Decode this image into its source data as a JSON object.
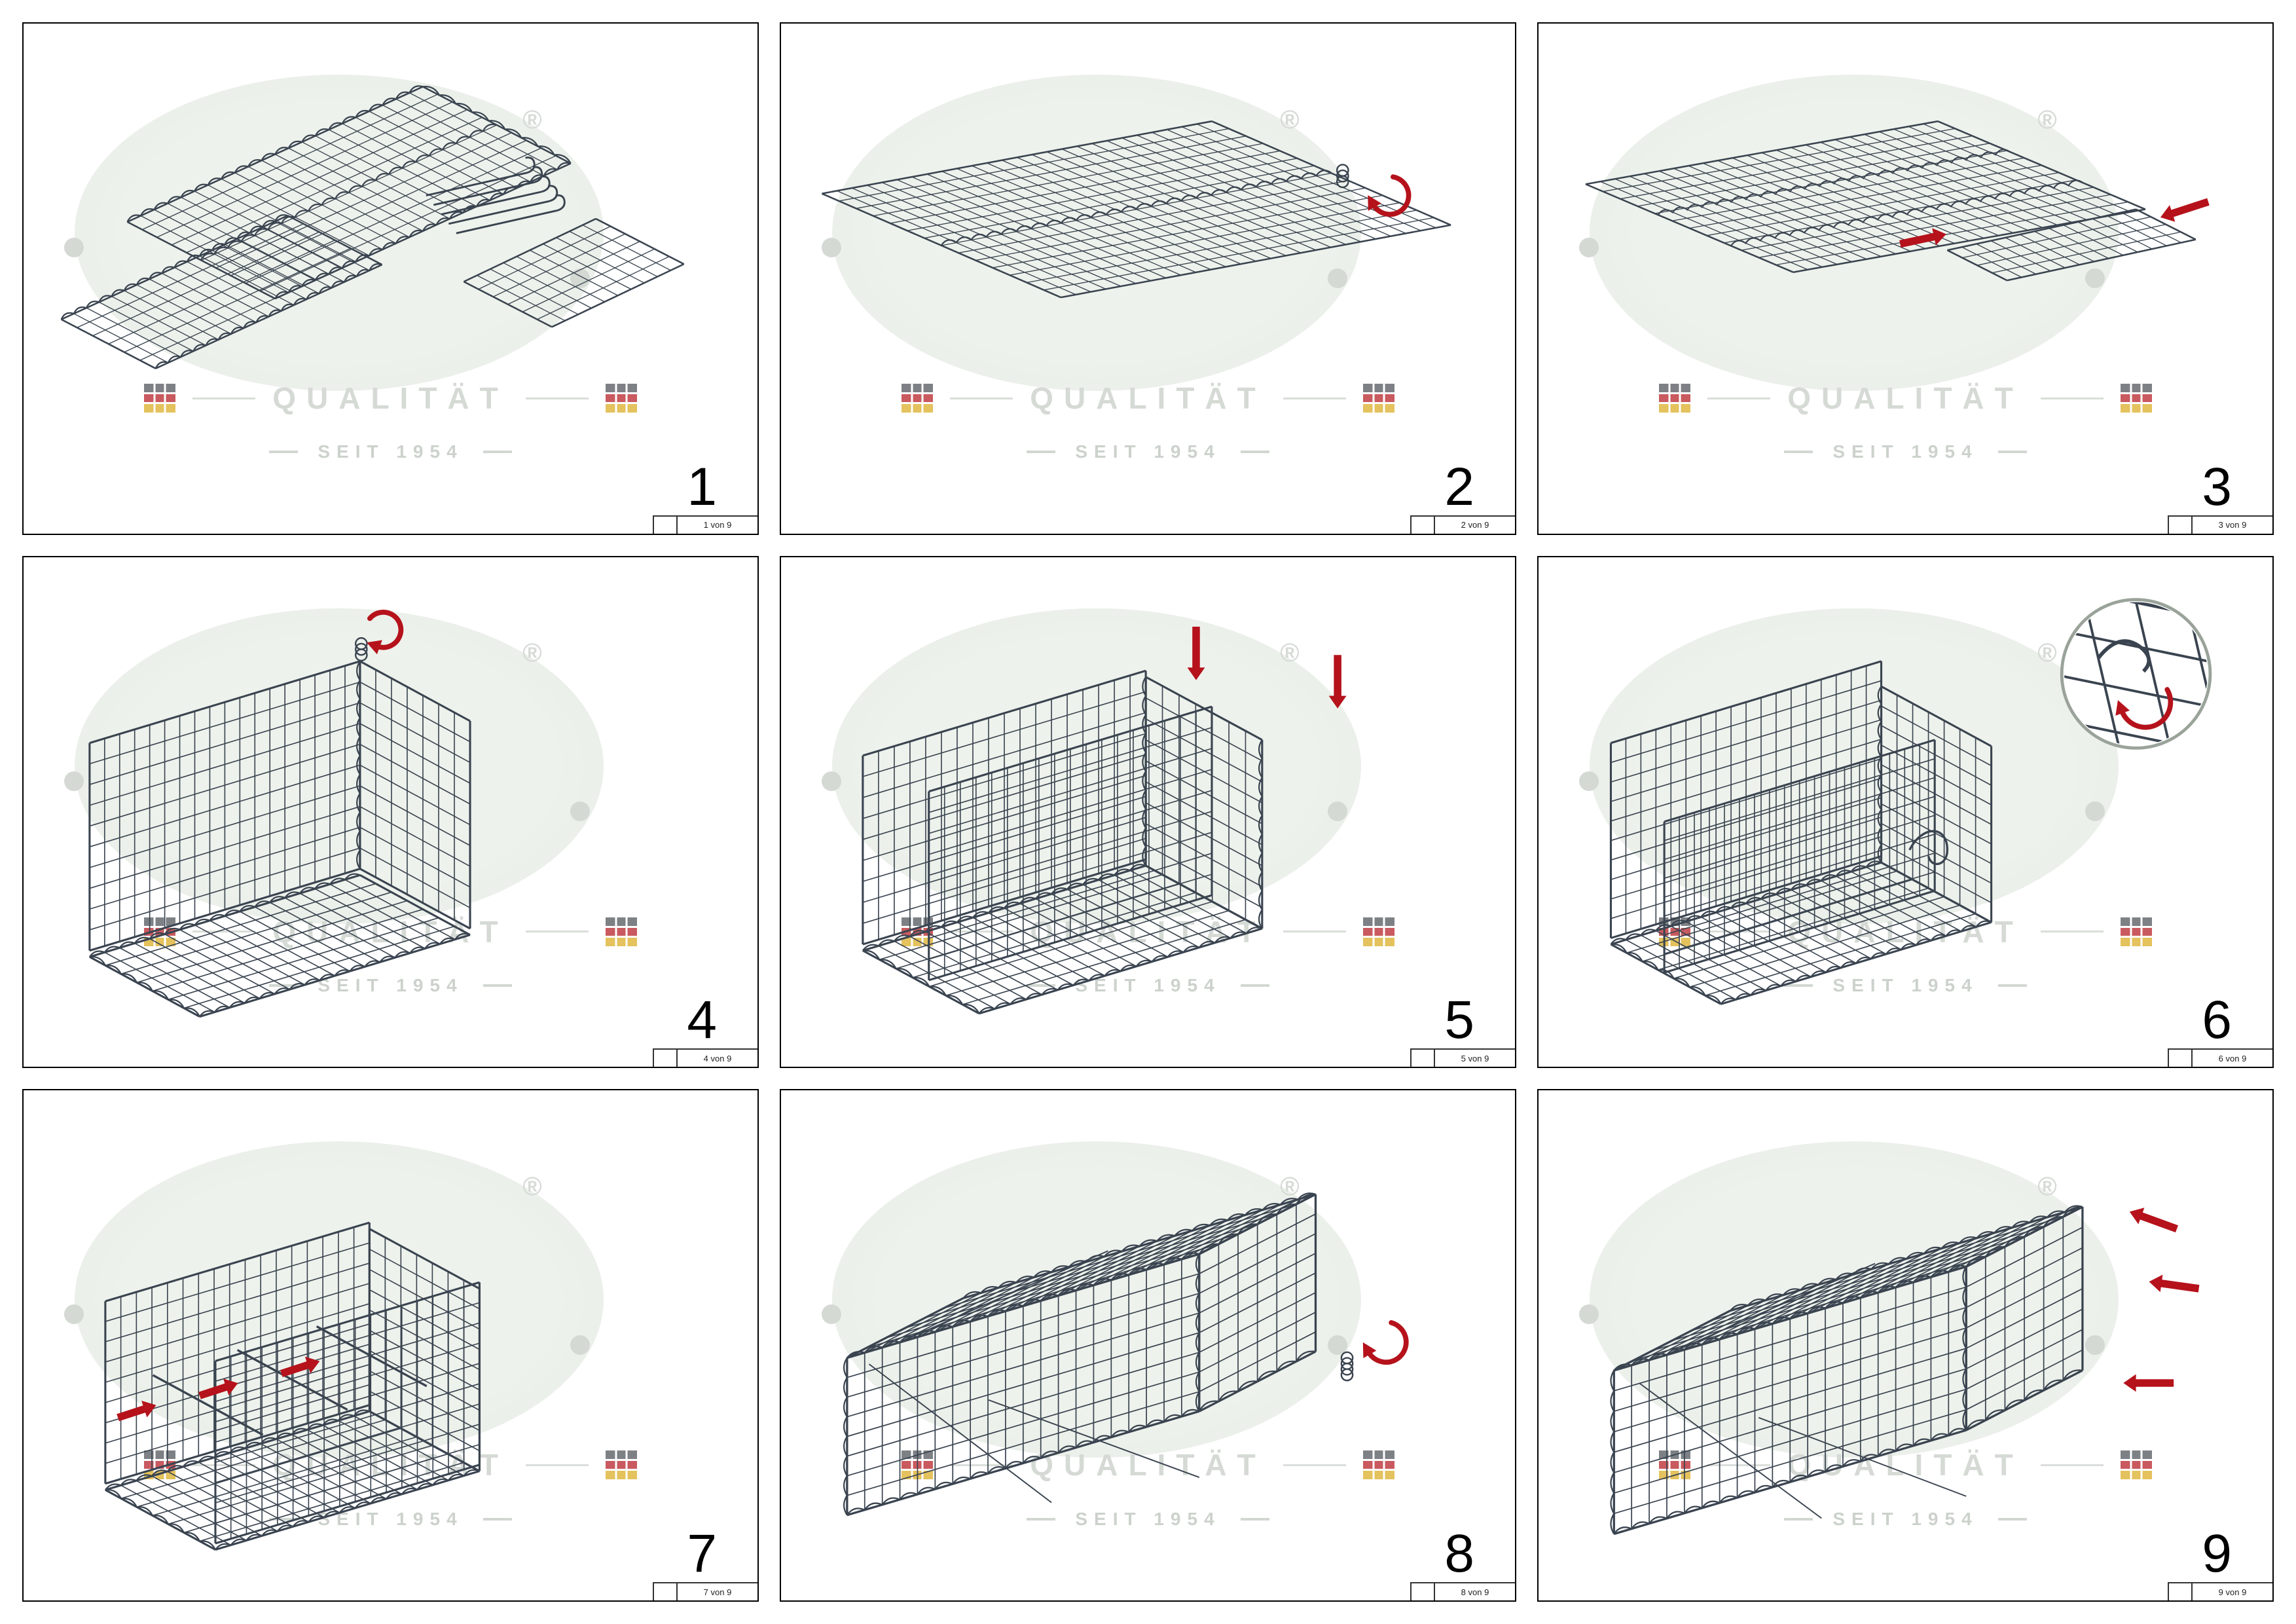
{
  "watermark": {
    "line1": "QUALITÄT",
    "line2": "SEIT 1954",
    "registered": "®"
  },
  "steps": [
    {
      "number": "1",
      "page": "1 von 9"
    },
    {
      "number": "2",
      "page": "2 von 9"
    },
    {
      "number": "3",
      "page": "3 von 9"
    },
    {
      "number": "4",
      "page": "4 von 9"
    },
    {
      "number": "5",
      "page": "5 von 9"
    },
    {
      "number": "6",
      "page": "6 von 9"
    },
    {
      "number": "7",
      "page": "7 von 9"
    },
    {
      "number": "8",
      "page": "8 von 9"
    },
    {
      "number": "9",
      "page": "9 von 9"
    }
  ],
  "colors": {
    "mesh": "#3a4450",
    "red": "#b5121b",
    "zoom_ring": "#9aa39a"
  }
}
